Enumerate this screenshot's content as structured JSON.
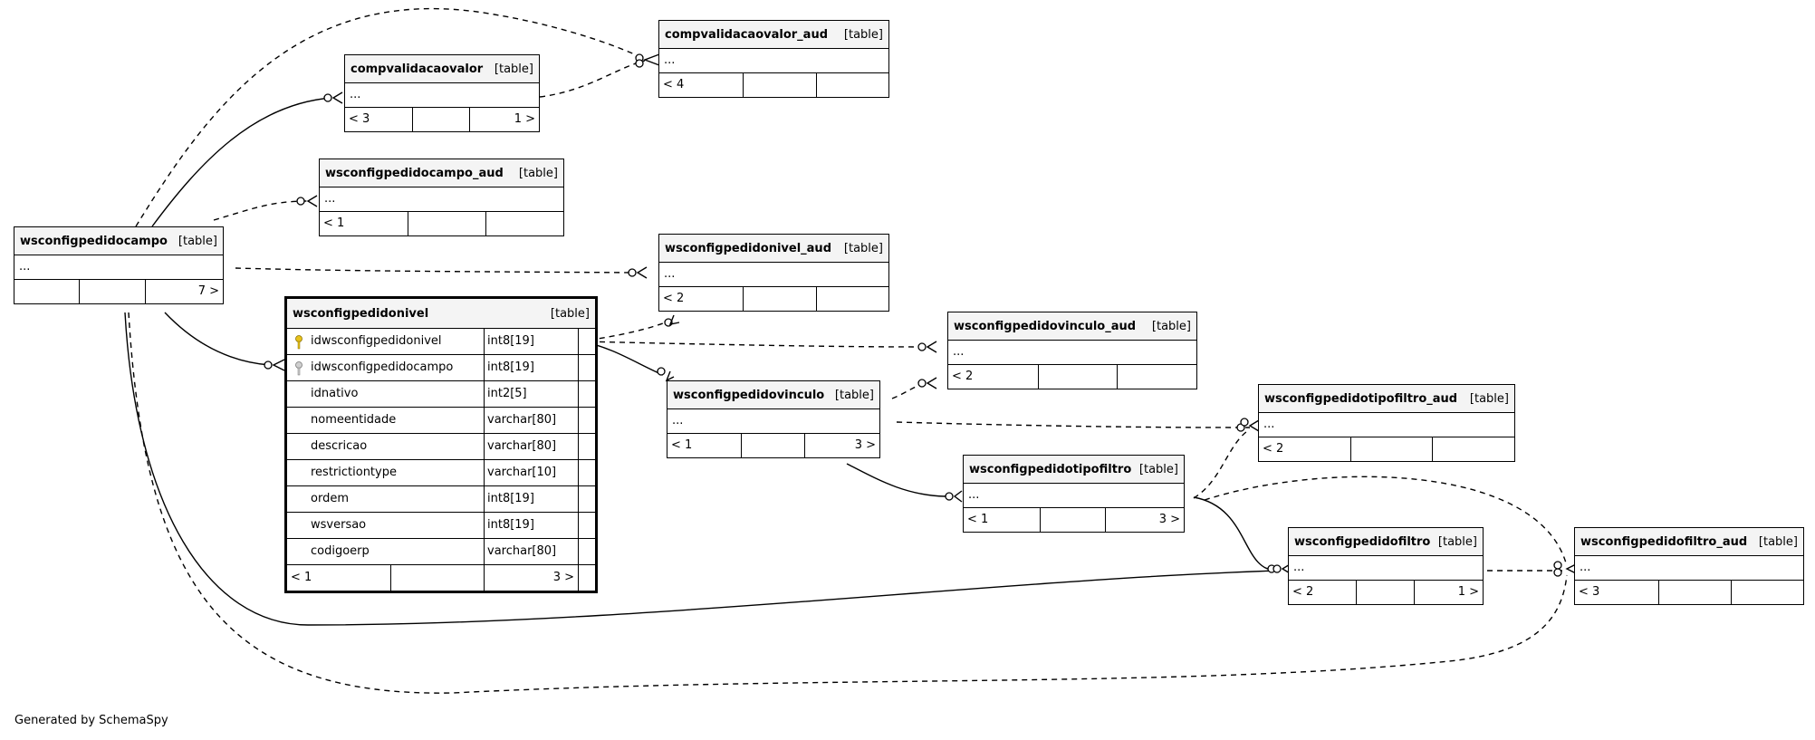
{
  "tables": {
    "compvalidacaovalor_aud": {
      "name": "compvalidacaovalor_aud",
      "type": "[table]",
      "ellipsis": "...",
      "foot": [
        "< 4",
        "",
        ""
      ]
    },
    "compvalidacaovalor": {
      "name": "compvalidacaovalor",
      "type": "[table]",
      "ellipsis": "...",
      "foot": [
        "< 3",
        "",
        "1 >"
      ]
    },
    "wsconfigpedidocampo_aud": {
      "name": "wsconfigpedidocampo_aud",
      "type": "[table]",
      "ellipsis": "...",
      "foot": [
        "< 1",
        "",
        ""
      ]
    },
    "wsconfigpedidocampo": {
      "name": "wsconfigpedidocampo",
      "type": "[table]",
      "ellipsis": "...",
      "foot": [
        "",
        "",
        "7 >"
      ]
    },
    "wsconfigpedidonivel_aud": {
      "name": "wsconfigpedidonivel_aud",
      "type": "[table]",
      "ellipsis": "...",
      "foot": [
        "< 2",
        "",
        ""
      ]
    },
    "wsconfigpedidovinculo_aud": {
      "name": "wsconfigpedidovinculo_aud",
      "type": "[table]",
      "ellipsis": "...",
      "foot": [
        "< 2",
        "",
        ""
      ]
    },
    "wsconfigpedidovinculo": {
      "name": "wsconfigpedidovinculo",
      "type": "[table]",
      "ellipsis": "...",
      "foot": [
        "< 1",
        "",
        "3 >"
      ]
    },
    "wsconfigpedidotipofiltro_aud": {
      "name": "wsconfigpedidotipofiltro_aud",
      "type": "[table]",
      "ellipsis": "...",
      "foot": [
        "< 2",
        "",
        ""
      ]
    },
    "wsconfigpedidotipofiltro": {
      "name": "wsconfigpedidotipofiltro",
      "type": "[table]",
      "ellipsis": "...",
      "foot": [
        "< 1",
        "",
        "3 >"
      ]
    },
    "wsconfigpedidofiltro": {
      "name": "wsconfigpedidofiltro",
      "type": "[table]",
      "ellipsis": "...",
      "foot": [
        "< 2",
        "",
        "1 >"
      ]
    },
    "wsconfigpedidofiltro_aud": {
      "name": "wsconfigpedidofiltro_aud",
      "type": "[table]",
      "ellipsis": "...",
      "foot": [
        "< 3",
        "",
        ""
      ]
    }
  },
  "focus": {
    "name": "wsconfigpedidonivel",
    "type": "[table]",
    "columns": [
      {
        "name": "idwsconfigpedidonivel",
        "type": "int8[19]",
        "key": "primary"
      },
      {
        "name": "idwsconfigpedidocampo",
        "type": "int8[19]",
        "key": "foreign"
      },
      {
        "name": "idnativo",
        "type": "int2[5]",
        "key": ""
      },
      {
        "name": "nomeentidade",
        "type": "varchar[80]",
        "key": ""
      },
      {
        "name": "descricao",
        "type": "varchar[80]",
        "key": ""
      },
      {
        "name": "restrictiontype",
        "type": "varchar[10]",
        "key": ""
      },
      {
        "name": "ordem",
        "type": "int8[19]",
        "key": ""
      },
      {
        "name": "wsversao",
        "type": "int8[19]",
        "key": ""
      },
      {
        "name": "codigoerp",
        "type": "varchar[80]",
        "key": ""
      }
    ],
    "foot": [
      "< 1",
      "",
      "3 >"
    ]
  },
  "colors": {
    "primary_key": "#e8c21a",
    "foreign_key": "#9a9a9a",
    "line": "#000000"
  },
  "footer": {
    "generated": "Generated by SchemaSpy"
  }
}
